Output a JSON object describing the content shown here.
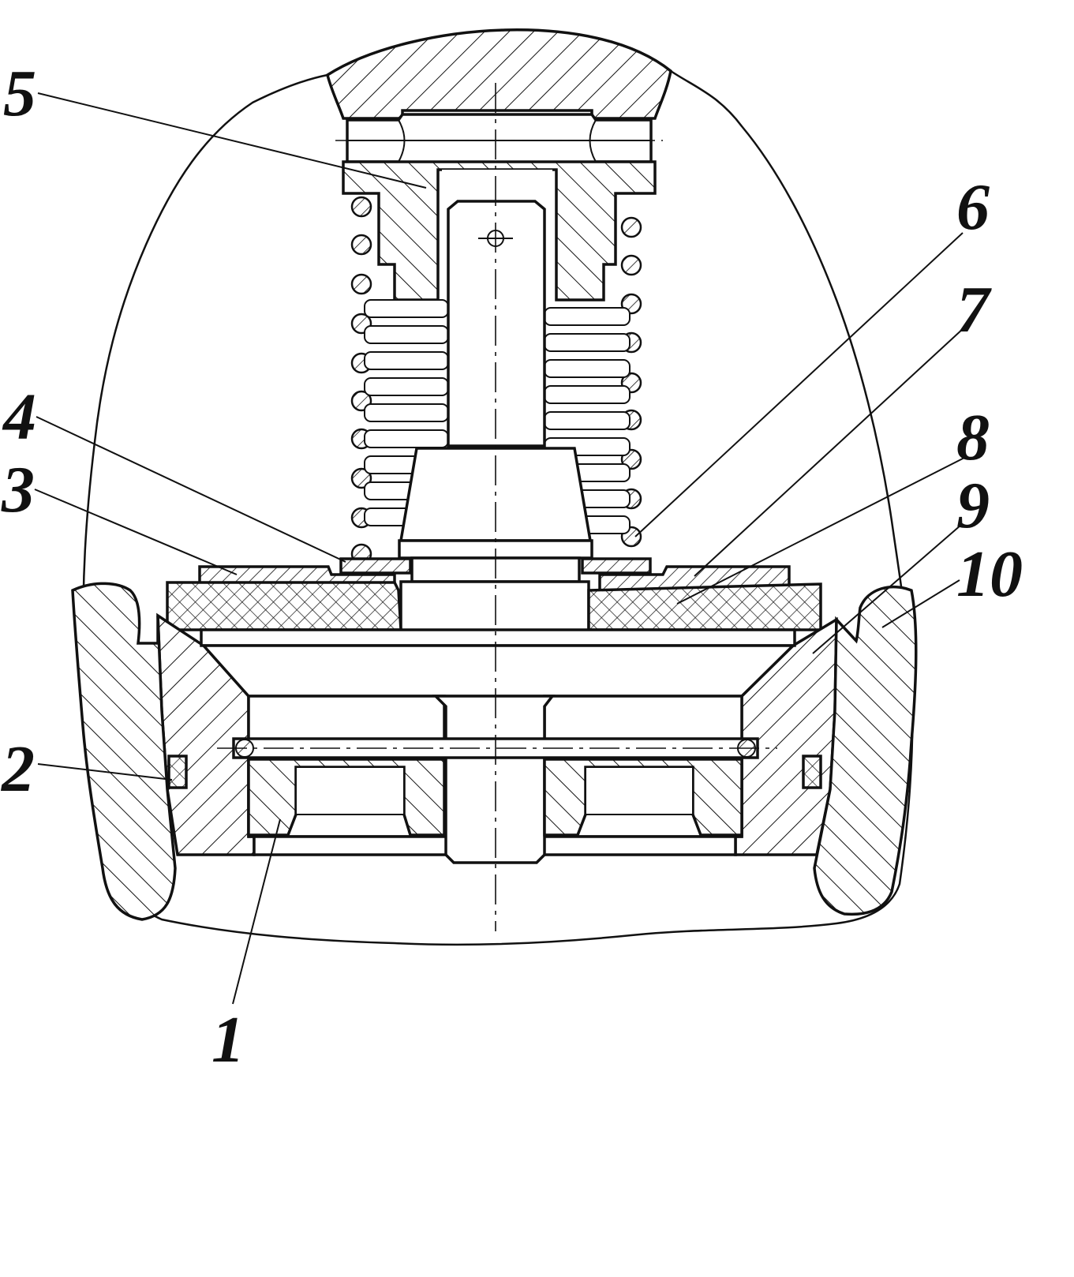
{
  "diagram": {
    "callouts": [
      "1",
      "2",
      "3",
      "4",
      "5",
      "6",
      "7",
      "8",
      "9",
      "10"
    ]
  },
  "colors": {
    "ink": "#111111",
    "paper": "#ffffff"
  }
}
